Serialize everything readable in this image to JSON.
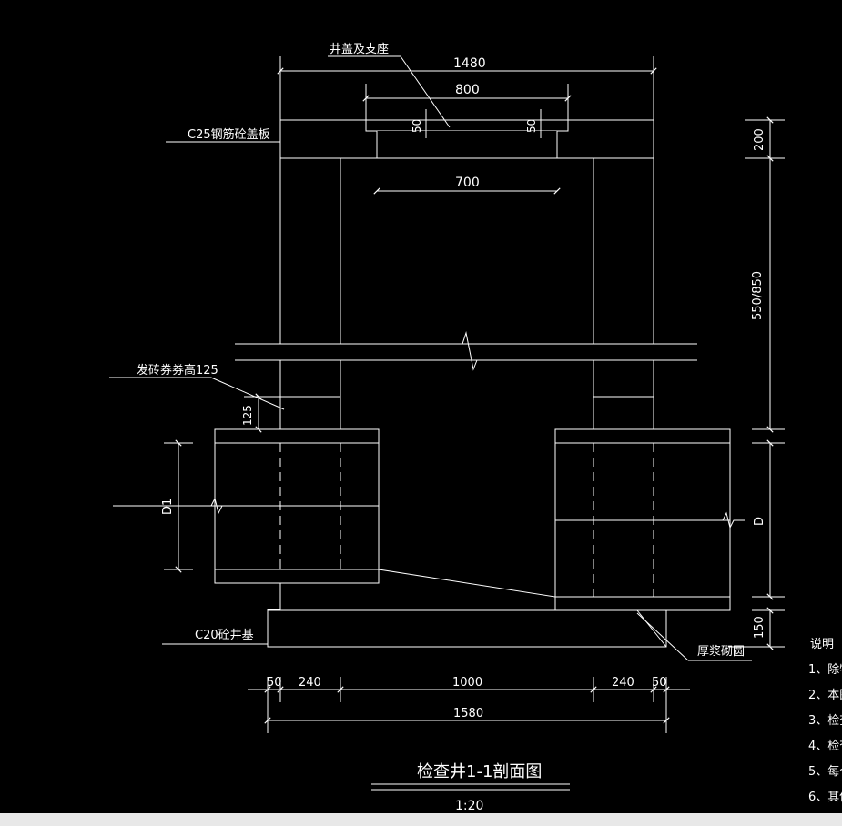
{
  "title": "检查井1-1剖面图",
  "scale": "1:20",
  "labels": {
    "cover_support": "井盖及支座",
    "cover_slab": "C25钢筋砼盖板",
    "brick_arch": "发砖券券高125",
    "base": "C20砼井基",
    "mortar": "厚浆砌圆"
  },
  "dims": {
    "d1480": "1480",
    "d800": "800",
    "d700": "700",
    "d50a": "50",
    "d50b": "50",
    "d200": "200",
    "d550": "550/850",
    "d125": "125",
    "dD1": "D1",
    "dD": "D",
    "d150": "150",
    "b50a": "50",
    "b240a": "240",
    "b1000": "1000",
    "b240b": "240",
    "b50b": "50",
    "b1580": "1580"
  },
  "notes": {
    "heading": "说明",
    "items": [
      "1、除特",
      "2、本图",
      "3、检查",
      "4、检查",
      "5、每个",
      "6、其他"
    ]
  },
  "colors": {
    "background": "#000000",
    "line": "#ffffff",
    "status_strip": "#e8e8e8"
  }
}
